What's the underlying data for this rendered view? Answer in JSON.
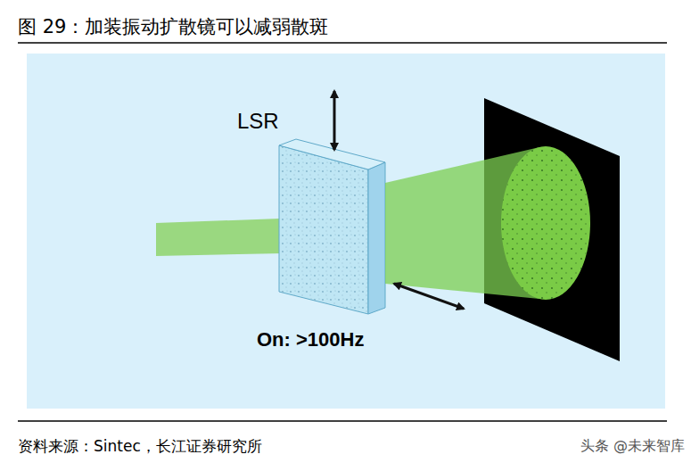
{
  "diagram": {
    "title": "图 29：加装振动扩散镜可以减弱散斑",
    "labels": [
      "LSR",
      "On: >100Hz",
      "资料来源：Sintec，长江证券研究所",
      "头条 @未来智库"
    ]
  }
}
